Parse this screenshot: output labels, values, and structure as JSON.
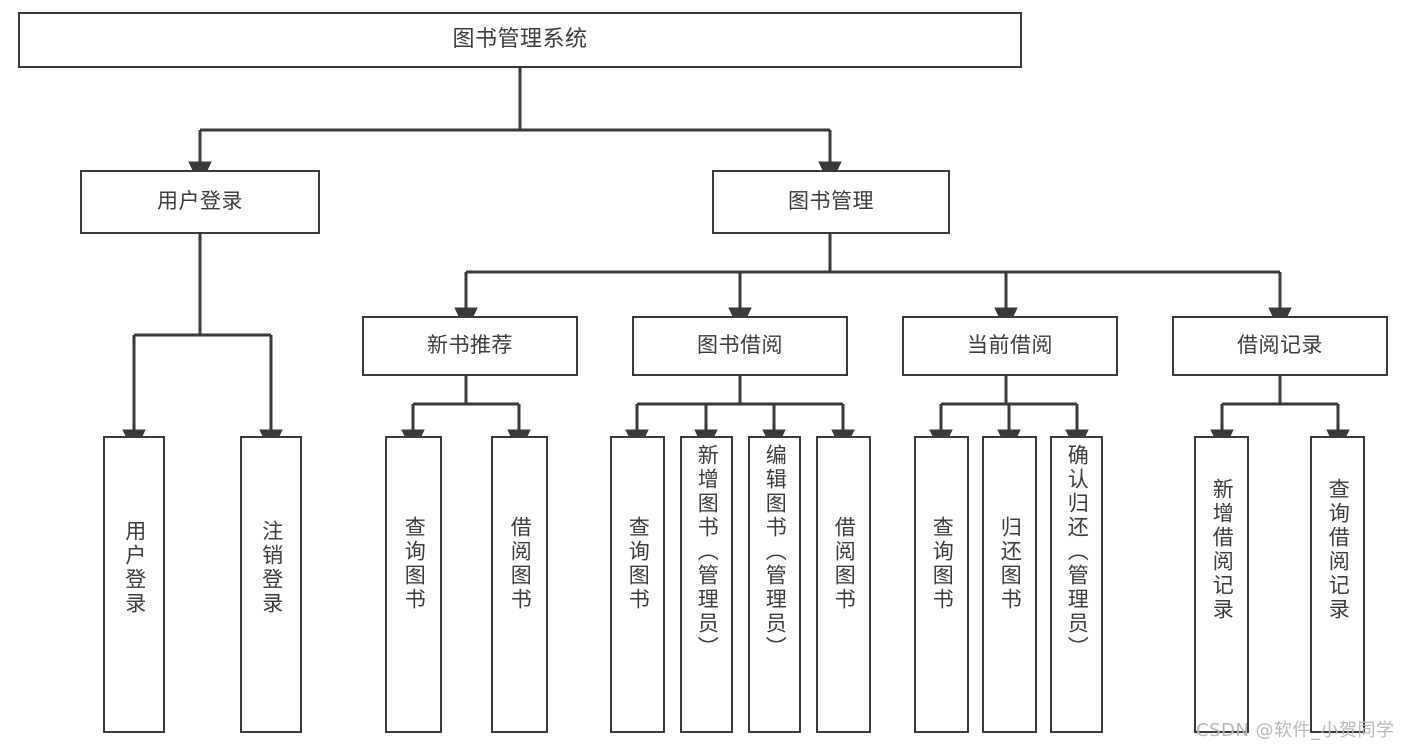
{
  "diagram": {
    "title": "图书管理系统",
    "type": "tree-hierarchy-diagram",
    "colors": {
      "box_border": "#3a3a3a",
      "text": "#3c3c3c",
      "connector": "#3a3a3a",
      "background": "#ffffff",
      "watermark": "#b9b9b9"
    },
    "levels": {
      "root": {
        "label": "图书管理系统"
      },
      "level2": [
        {
          "id": "user-login",
          "label": "用户登录"
        },
        {
          "id": "book-management",
          "label": "图书管理"
        }
      ],
      "level3": [
        {
          "id": "new-book-recommend",
          "label": "新书推荐"
        },
        {
          "id": "book-borrow",
          "label": "图书借阅"
        },
        {
          "id": "current-borrow",
          "label": "当前借阅"
        },
        {
          "id": "borrow-record",
          "label": "借阅记录"
        }
      ],
      "leaves": [
        {
          "id": "leaf-user-login",
          "label": "用户登录",
          "parent": "user-login"
        },
        {
          "id": "leaf-logout-login",
          "label": "注销登录",
          "parent": "user-login"
        },
        {
          "id": "leaf-query-book-1",
          "label": "查询图书",
          "parent": "new-book-recommend"
        },
        {
          "id": "leaf-borrow-book-1",
          "label": "借阅图书",
          "parent": "new-book-recommend"
        },
        {
          "id": "leaf-query-book-2",
          "label": "查询图书",
          "parent": "book-borrow"
        },
        {
          "id": "leaf-add-book",
          "label": "新增图书（管理员）",
          "parent": "book-borrow"
        },
        {
          "id": "leaf-edit-book",
          "label": "编辑图书（管理员）",
          "parent": "book-borrow"
        },
        {
          "id": "leaf-borrow-book-2",
          "label": "借阅图书",
          "parent": "book-borrow"
        },
        {
          "id": "leaf-query-book-3",
          "label": "查询图书",
          "parent": "current-borrow"
        },
        {
          "id": "leaf-return-book",
          "label": "归还图书",
          "parent": "current-borrow"
        },
        {
          "id": "leaf-confirm-return",
          "label": "确认归还（管理员）",
          "parent": "current-borrow"
        },
        {
          "id": "leaf-add-record",
          "label": "新增借阅记录",
          "parent": "borrow-record"
        },
        {
          "id": "leaf-query-record",
          "label": "查询借阅记录",
          "parent": "borrow-record"
        }
      ]
    },
    "watermark": "CSDN @软件_小贺同学"
  }
}
